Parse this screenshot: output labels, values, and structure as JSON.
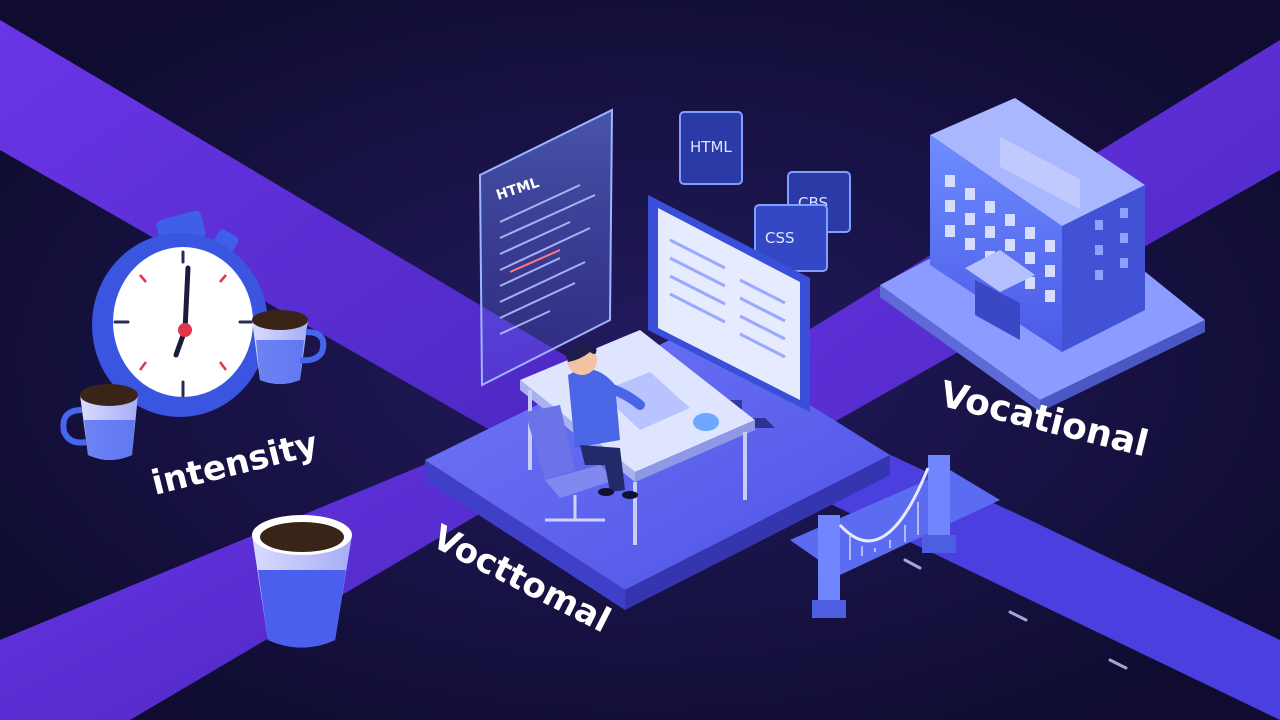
{
  "labels": {
    "intensity": "intensity",
    "vocational_right": "Vocational",
    "vocational_center": "Vocttomal"
  },
  "panels": {
    "html_tag": "HTML",
    "css_tag_upper": "CBS",
    "css_tag_lower": "CSS",
    "code_header": "HTML"
  },
  "colors": {
    "background": "#13103a",
    "road": "#5b2fd6",
    "platform_top": "#5e63f0",
    "accent_blue": "#4f6dff",
    "text_white": "#ffffff"
  },
  "icons": [
    "stopwatch-icon",
    "coffee-cup-icon",
    "office-building-icon",
    "bridge-icon",
    "monitor-icon",
    "developer-figure"
  ]
}
